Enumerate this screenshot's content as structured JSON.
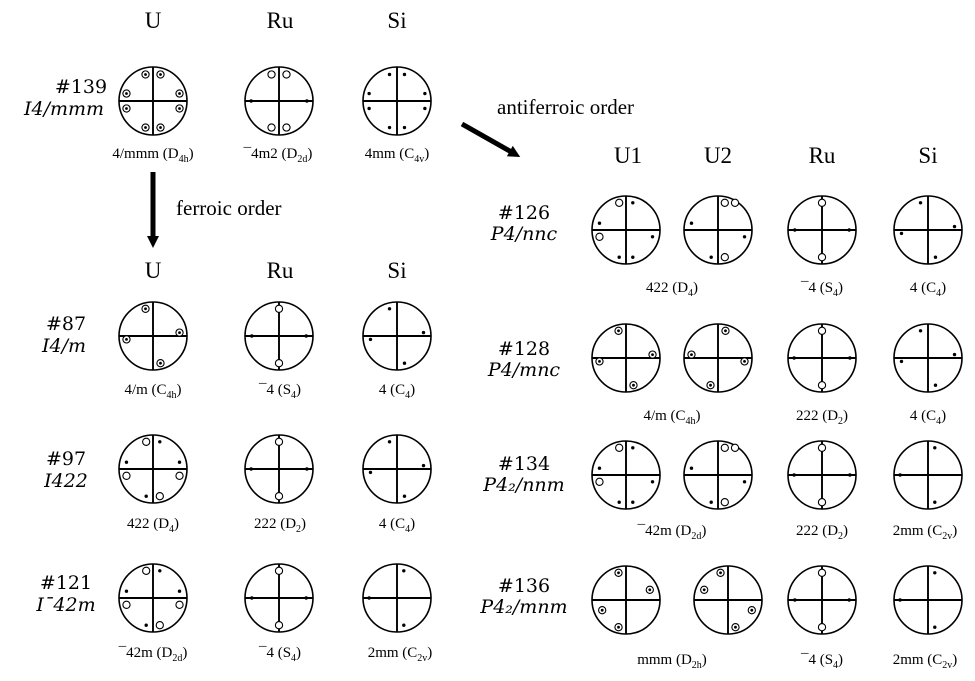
{
  "parent": {
    "number": "#139",
    "symbol": "I4/mmm",
    "columns": [
      "U",
      "Ru",
      "Si"
    ],
    "sites": [
      {
        "psg": "4/mmm",
        "sch": "D",
        "sub": "4h",
        "marks": "dd"
      },
      {
        "psg": "¯4m2",
        "sch": "D",
        "sub": "2d",
        "marks": "o2"
      },
      {
        "psg": "4mm",
        "sch": "C",
        "sub": "4v",
        "marks": "d2"
      }
    ]
  },
  "ferroic": {
    "label": "ferroic order",
    "columns": [
      "U",
      "Ru",
      "Si"
    ],
    "rows": [
      {
        "number": "#87",
        "symbol": "I4/m",
        "sites": [
          {
            "psg": "4/m",
            "sch": "C",
            "sub": "4h",
            "marks": "r4"
          },
          {
            "psg": "¯4",
            "sch": "S",
            "sub": "4",
            "marks": "s4"
          },
          {
            "psg": "4",
            "sch": "C",
            "sub": "4",
            "marks": "r4d"
          }
        ]
      },
      {
        "number": "#97",
        "symbol": "I422",
        "sites": [
          {
            "psg": "422",
            "sch": "D",
            "sub": "4",
            "marks": "mix"
          },
          {
            "psg": "222",
            "sch": "D",
            "sub": "2",
            "marks": "o2v"
          },
          {
            "psg": "4",
            "sch": "C",
            "sub": "4",
            "marks": "r4d"
          }
        ]
      },
      {
        "number": "#121",
        "symbol": "I¯42m",
        "sites": [
          {
            "psg": "¯42m",
            "sch": "D",
            "sub": "2d",
            "marks": "mix"
          },
          {
            "psg": "¯4",
            "sch": "S",
            "sub": "4",
            "marks": "s4"
          },
          {
            "psg": "2mm",
            "sch": "C",
            "sub": "2v",
            "marks": "c2v"
          }
        ]
      }
    ]
  },
  "antiferroic": {
    "label": "antiferroic order",
    "columns": [
      "U1",
      "U2",
      "Ru",
      "Si"
    ],
    "rows": [
      {
        "number": "#126",
        "symbol": "P4/nnc",
        "u_psg": "422",
        "u_sch": "D",
        "u_sub": "4",
        "ru_psg": "¯4",
        "ru_sch": "S",
        "ru_sub": "4",
        "si_psg": "4",
        "si_sch": "C",
        "si_sub": "4",
        "u1": "mixA",
        "u2": "mixB",
        "ru": "s4",
        "si": "r4d"
      },
      {
        "number": "#128",
        "symbol": "P4/mnc",
        "u_psg": "4/m",
        "u_sch": "C",
        "u_sub": "4h",
        "ru_psg": "222",
        "ru_sch": "D",
        "ru_sub": "2",
        "si_psg": "4",
        "si_sch": "C",
        "si_sub": "4",
        "u1": "r4",
        "u2": "r4b",
        "ru": "o2v",
        "si": "r4d"
      },
      {
        "number": "#134",
        "symbol": "P4₂/nnm",
        "u_psg": "¯42m",
        "u_sch": "D",
        "u_sub": "2d",
        "ru_psg": "222",
        "ru_sch": "D",
        "ru_sub": "2",
        "si_psg": "2mm",
        "si_sch": "C",
        "si_sub": "2v",
        "u1": "mixA",
        "u2": "mixB",
        "ru": "o2v",
        "si": "c2v"
      },
      {
        "number": "#136",
        "symbol": "P4₂/mnm",
        "u_psg": "mmm",
        "u_sch": "D",
        "u_sub": "2h",
        "ru_psg": "¯4",
        "ru_sch": "S",
        "ru_sub": "4",
        "si_psg": "2mm",
        "si_sch": "C",
        "si_sub": "2v",
        "u1": "mmmA",
        "u2": "mmmB",
        "ru": "s4",
        "si": "c2v"
      }
    ]
  }
}
